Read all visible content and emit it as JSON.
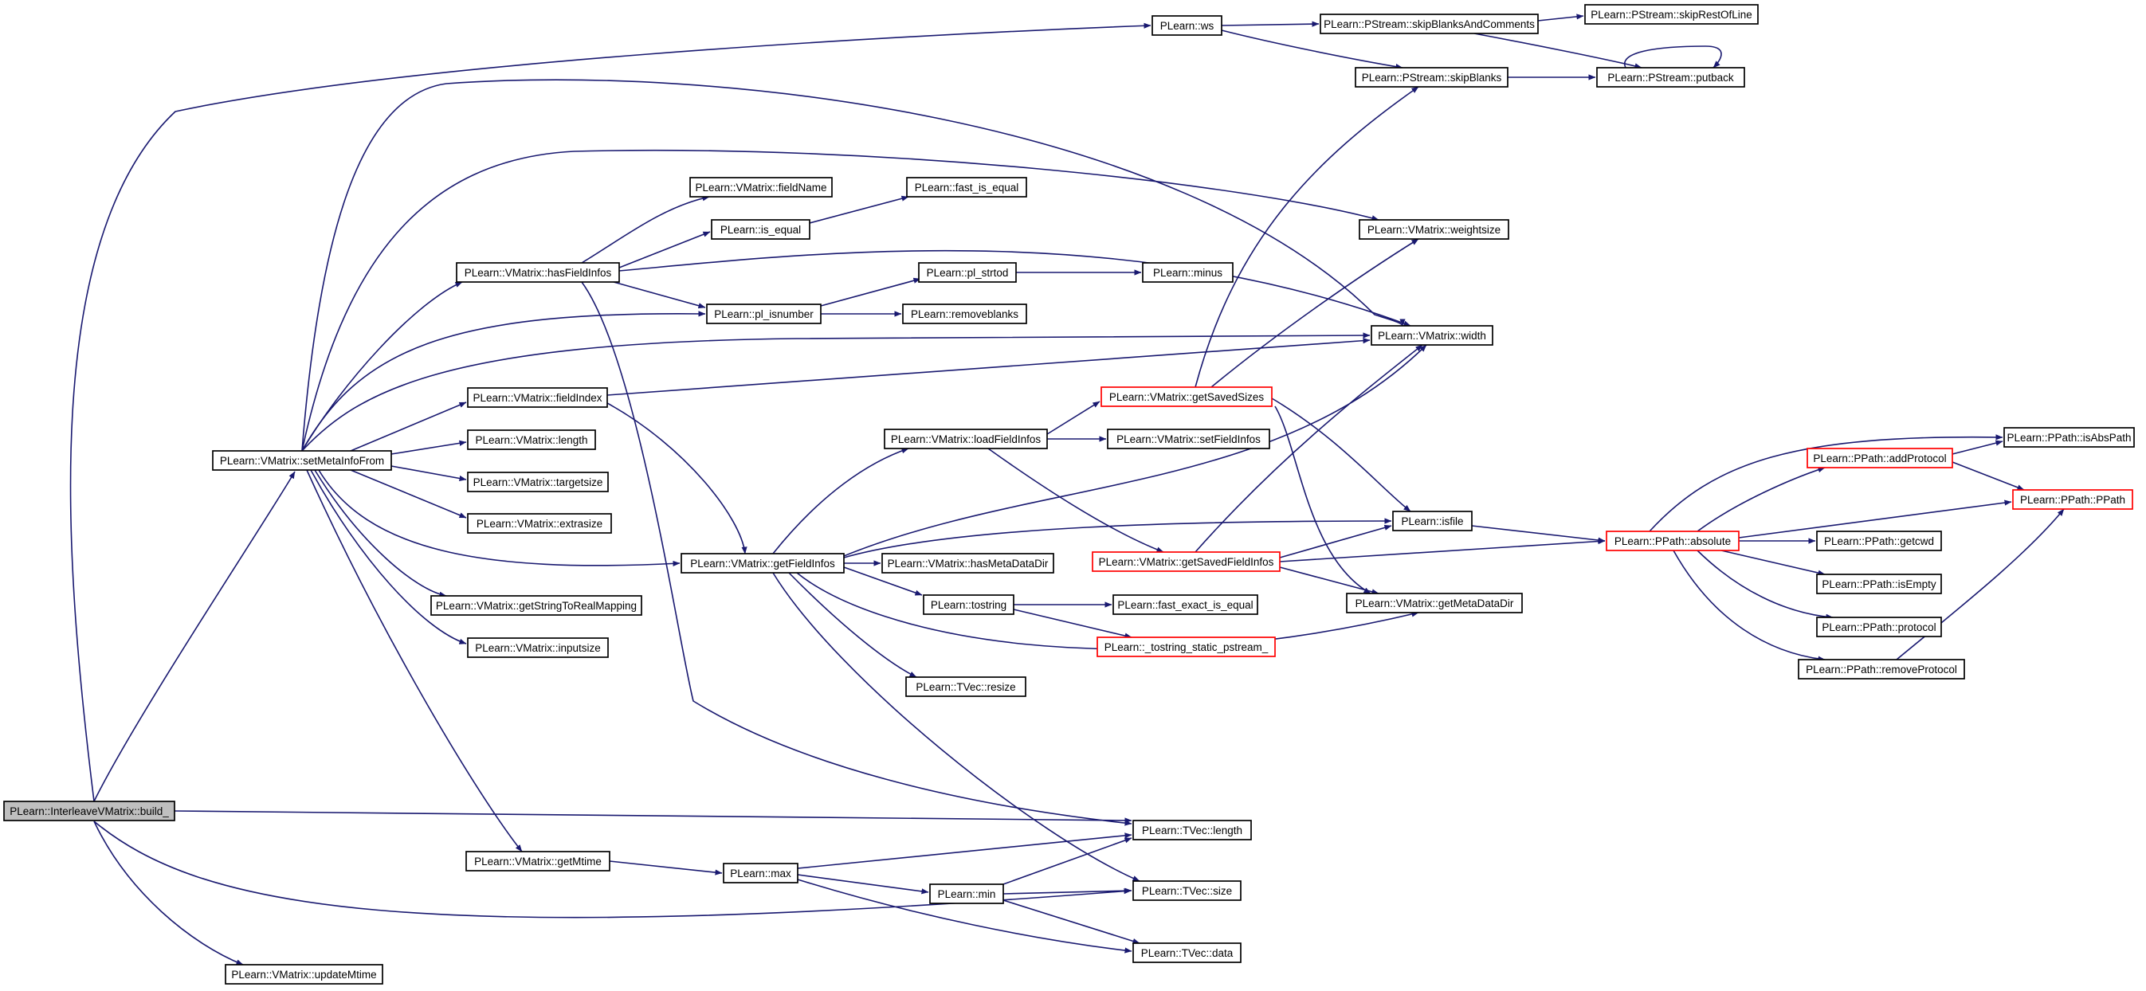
{
  "colors": {
    "edge": "#191970",
    "root_fill": "#bfbfbf",
    "truncated_border": "#ff0000",
    "normal_border": "#000000"
  },
  "nodes": {
    "build": {
      "label": "PLearn::InterleaveVMatrix::build_",
      "root": true
    },
    "setMetaInfoFrom": {
      "label": "PLearn::VMatrix::setMetaInfoFrom"
    },
    "updateMtime": {
      "label": "PLearn::VMatrix::updateMtime"
    },
    "getMtime": {
      "label": "PLearn::VMatrix::getMtime"
    },
    "max": {
      "label": "PLearn::max"
    },
    "min": {
      "label": "PLearn::min"
    },
    "tvecLength": {
      "label": "PLearn::TVec::length"
    },
    "tvecSize": {
      "label": "PLearn::TVec::size"
    },
    "tvecData": {
      "label": "PLearn::TVec::data"
    },
    "tvecResize": {
      "label": "PLearn::TVec::resize"
    },
    "ws": {
      "label": "PLearn::ws"
    },
    "skipBlanksAndComments": {
      "label": "PLearn::PStream::skipBlanksAndComments"
    },
    "skipRestOfLine": {
      "label": "PLearn::PStream::skipRestOfLine"
    },
    "skipBlanks": {
      "label": "PLearn::PStream::skipBlanks"
    },
    "putback": {
      "label": "PLearn::PStream::putback"
    },
    "fieldName": {
      "label": "PLearn::VMatrix::fieldName"
    },
    "isEqual": {
      "label": "PLearn::is_equal"
    },
    "fastIsEqual": {
      "label": "PLearn::fast_is_equal"
    },
    "hasFieldInfos": {
      "label": "PLearn::VMatrix::hasFieldInfos"
    },
    "plStrtod": {
      "label": "PLearn::pl_strtod"
    },
    "minus": {
      "label": "PLearn::minus"
    },
    "plIsnumber": {
      "label": "PLearn::pl_isnumber"
    },
    "removeblanks": {
      "label": "PLearn::removeblanks"
    },
    "weightsize": {
      "label": "PLearn::VMatrix::weightsize"
    },
    "width": {
      "label": "PLearn::VMatrix::width"
    },
    "fieldIndex": {
      "label": "PLearn::VMatrix::fieldIndex"
    },
    "vmLength": {
      "label": "PLearn::VMatrix::length"
    },
    "targetsize": {
      "label": "PLearn::VMatrix::targetsize"
    },
    "extrasize": {
      "label": "PLearn::VMatrix::extrasize"
    },
    "getStringToRealMapping": {
      "label": "PLearn::VMatrix::getStringToRealMapping"
    },
    "inputsize": {
      "label": "PLearn::VMatrix::inputsize"
    },
    "getFieldInfos": {
      "label": "PLearn::VMatrix::getFieldInfos"
    },
    "loadFieldInfos": {
      "label": "PLearn::VMatrix::loadFieldInfos"
    },
    "setFieldInfos": {
      "label": "PLearn::VMatrix::setFieldInfos"
    },
    "getSavedSizes": {
      "label": "PLearn::VMatrix::getSavedSizes",
      "truncated": true
    },
    "isfile": {
      "label": "PLearn::isfile"
    },
    "getSavedFieldInfos": {
      "label": "PLearn::VMatrix::getSavedFieldInfos",
      "truncated": true
    },
    "hasMetaDataDir": {
      "label": "PLearn::VMatrix::hasMetaDataDir"
    },
    "getMetaDataDir": {
      "label": "PLearn::VMatrix::getMetaDataDir"
    },
    "tostring": {
      "label": "PLearn::tostring"
    },
    "fastExactIsEqual": {
      "label": "PLearn::fast_exact_is_equal"
    },
    "tostringStatic": {
      "label": "PLearn::_tostring_static_pstream_",
      "truncated": true
    },
    "absolute": {
      "label": "PLearn::PPath::absolute",
      "truncated": true
    },
    "addProtocol": {
      "label": "PLearn::PPath::addProtocol",
      "truncated": true
    },
    "isAbsPath": {
      "label": "PLearn::PPath::isAbsPath"
    },
    "ppath": {
      "label": "PLearn::PPath::PPath",
      "truncated": true
    },
    "getcwd": {
      "label": "PLearn::PPath::getcwd"
    },
    "isEmpty": {
      "label": "PLearn::PPath::isEmpty"
    },
    "protocol": {
      "label": "PLearn::PPath::protocol"
    },
    "removeProtocol": {
      "label": "PLearn::PPath::removeProtocol"
    }
  }
}
